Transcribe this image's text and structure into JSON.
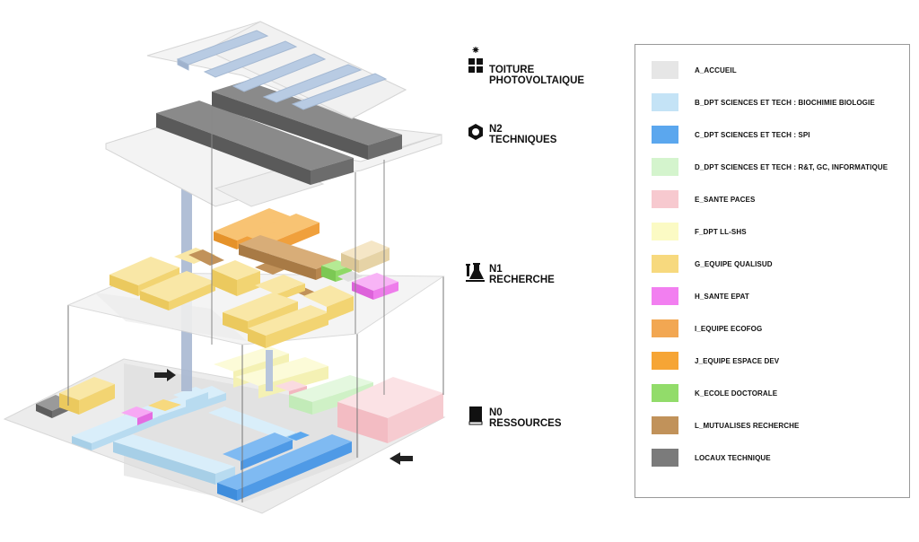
{
  "levels": {
    "roof": {
      "line1": "TOITURE",
      "line2": "PHOTOVOLTAIQUE",
      "icon": "solar-panel-icon"
    },
    "n2": {
      "line1": "N2",
      "line2": "TECHNIQUES",
      "icon": "hex-nut-icon"
    },
    "n1": {
      "line1": "N1",
      "line2": "RECHERCHE",
      "icon": "lab-flask-icon"
    },
    "n0": {
      "line1": "N0",
      "line2": "RESSOURCES",
      "icon": "book-icon"
    }
  },
  "legend": {
    "items": [
      {
        "label": "A_ACCUEIL",
        "color": "#e6e6e6"
      },
      {
        "label": "B_DPT SCIENCES ET TECH : BIOCHIMIE BIOLOGIE",
        "color": "#c4e3f6"
      },
      {
        "label": "C_DPT SCIENCES ET TECH : SPI",
        "color": "#5ba7ee"
      },
      {
        "label": "D_DPT SCIENCES ET TECH : R&T, GC, INFORMATIQUE",
        "color": "#d4f4cd"
      },
      {
        "label": "E_SANTE PACES",
        "color": "#f7c9cf"
      },
      {
        "label": "F_DPT LL-SHS",
        "color": "#fbfac4"
      },
      {
        "label": "G_EQUIPE QUALISUD",
        "color": "#f7d97e"
      },
      {
        "label": "H_SANTE EPAT",
        "color": "#f27ff0"
      },
      {
        "label": "I_EQUIPE ECOFOG",
        "color": "#f2a752"
      },
      {
        "label": "J_EQUIPE ESPACE DEV",
        "color": "#f6a535"
      },
      {
        "label": "K_ECOLE DOCTORALE",
        "color": "#92dc6a"
      },
      {
        "label": "L_MUTUALISES RECHERCHE",
        "color": "#c1925a"
      },
      {
        "label": "LOCAUX TECHNIQUE",
        "color": "#7b7b7b"
      }
    ]
  }
}
